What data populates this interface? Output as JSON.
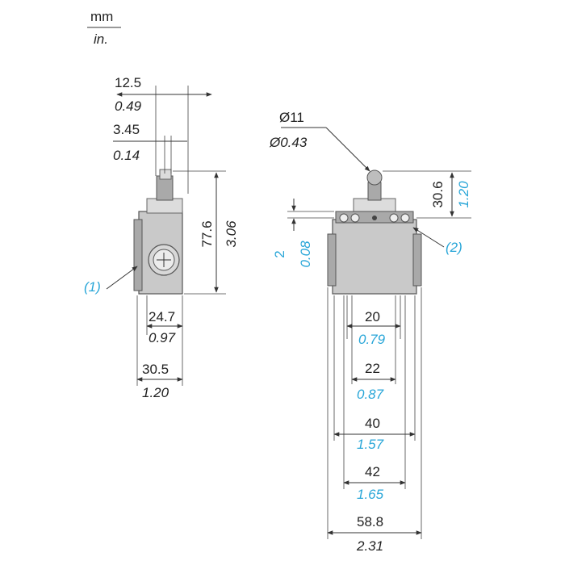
{
  "units": {
    "top": "mm",
    "bottom": "in."
  },
  "side_view": {
    "roller_width": {
      "mm": "12.5",
      "in": "0.49"
    },
    "shaft_width": {
      "mm": "3.45",
      "in": "0.14"
    },
    "total_height": {
      "mm": "77.6",
      "in": "3.06"
    },
    "mount_width": {
      "mm": "24.7",
      "in": "0.97"
    },
    "body_depth": {
      "mm": "30.5",
      "in": "1.20"
    },
    "callout": "(1)"
  },
  "front_view": {
    "roller_diameter": {
      "mm": "Ø11",
      "in": "Ø0.43"
    },
    "actuator_height": {
      "mm": "30.6",
      "in": "1.20"
    },
    "travel": {
      "mm": "2",
      "in": "0.08"
    },
    "callout": "(2)",
    "hole_spacing_1": {
      "mm": "20",
      "in": "0.79"
    },
    "hole_spacing_2": {
      "mm": "22",
      "in": "0.87"
    },
    "width_inner": {
      "mm": "40",
      "in": "1.57"
    },
    "width_mid": {
      "mm": "42",
      "in": "1.65"
    },
    "width_total": {
      "mm": "58.8",
      "in": "2.31"
    }
  },
  "colors": {
    "metric": "#222222",
    "imperial_blue": "#29a6d8",
    "body": "#c9c9c9"
  }
}
